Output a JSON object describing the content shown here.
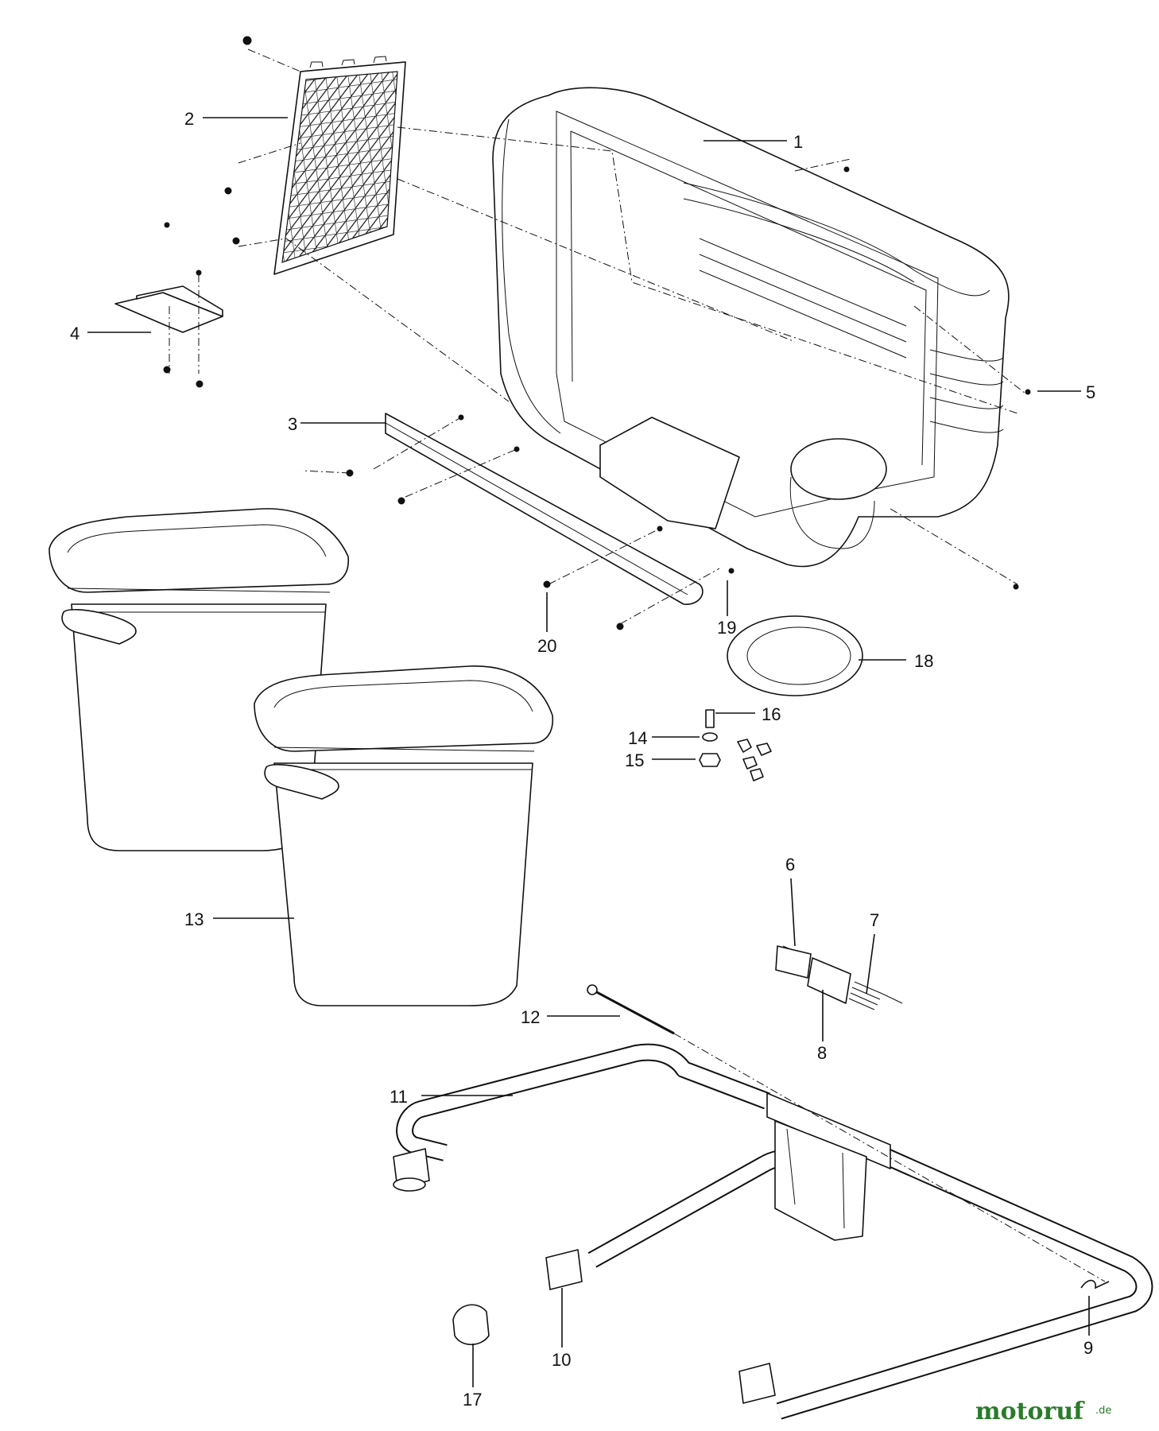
{
  "diagram": {
    "callouts": [
      {
        "id": "c1",
        "label": "1"
      },
      {
        "id": "c2",
        "label": "2"
      },
      {
        "id": "c3",
        "label": "3"
      },
      {
        "id": "c4",
        "label": "4"
      },
      {
        "id": "c5",
        "label": "5"
      },
      {
        "id": "c6",
        "label": "6"
      },
      {
        "id": "c7",
        "label": "7"
      },
      {
        "id": "c8",
        "label": "8"
      },
      {
        "id": "c9",
        "label": "9"
      },
      {
        "id": "c10",
        "label": "10"
      },
      {
        "id": "c11",
        "label": "11"
      },
      {
        "id": "c12",
        "label": "12"
      },
      {
        "id": "c13",
        "label": "13"
      },
      {
        "id": "c14",
        "label": "14"
      },
      {
        "id": "c15",
        "label": "15"
      },
      {
        "id": "c16",
        "label": "16"
      },
      {
        "id": "c17",
        "label": "17"
      },
      {
        "id": "c18",
        "label": "18"
      },
      {
        "id": "c19",
        "label": "19"
      },
      {
        "id": "c20",
        "label": "20"
      }
    ]
  },
  "watermark": {
    "main": "motoruf",
    "suffix": ".de"
  }
}
